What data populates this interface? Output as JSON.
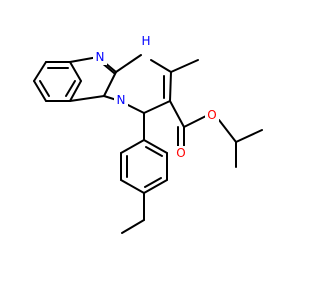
{
  "molecule": {
    "atoms": {
      "nh": {
        "text": "H",
        "element": "N",
        "color": "#0000ff"
      },
      "n_imine": {
        "text": "N",
        "color": "#0000ff"
      },
      "n_bridge": {
        "text": "N",
        "color": "#0000ff"
      },
      "o_carbonyl": {
        "text": "O",
        "color": "#ff0000"
      },
      "o_ester": {
        "text": "O",
        "color": "#ff0000"
      }
    },
    "bond_color": "#000000",
    "background": "#ffffff"
  }
}
